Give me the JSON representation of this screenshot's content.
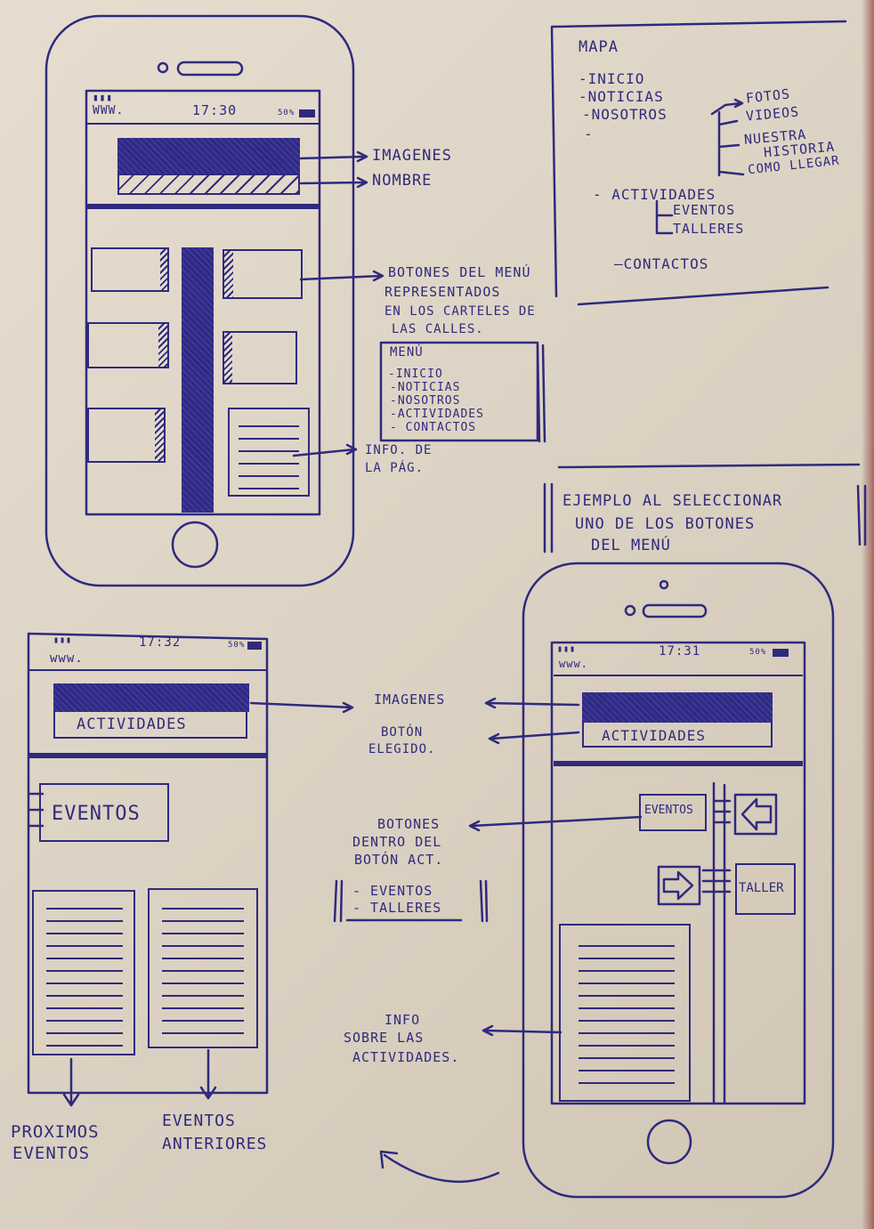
{
  "phone1": {
    "url": "WWW.",
    "time": "17:30",
    "battery": "50%",
    "label_images": "IMAGENES",
    "label_name": "NOMBRE",
    "label_buttons": [
      "BOTONES DEL MENÚ",
      "REPRESENTADOS",
      "EN LOS CARTELES DE",
      "LAS CALLES."
    ],
    "label_info": [
      "INFO. DE",
      "LA PÁG."
    ]
  },
  "menu_box": {
    "title": "MENÚ",
    "items": [
      "-INICIO",
      "-NOTICIAS",
      "-NOSOTROS",
      "-ACTIVIDADES",
      "- CONTACTOS"
    ]
  },
  "mapa": {
    "title": "MAPA",
    "items": [
      "-INICIO",
      "-NOTICIAS",
      "-NOSOTROS",
      "-"
    ],
    "nosotros_sub": [
      "FOTOS",
      "VIDEOS",
      "NUESTRA",
      "HISTORIA",
      "COMO LLEGAR"
    ],
    "actividades": "- ACTIVIDADES",
    "actividades_sub": [
      "EVENTOS",
      "TALLERES"
    ],
    "contactos": "—CONTACTOS"
  },
  "example_heading": [
    "EJEMPLO AL SELECCIONAR",
    "UNO DE LOS BOTONES",
    "DEL MENÚ"
  ],
  "phone3": {
    "url": "www.",
    "time": "17:31",
    "battery": "50%",
    "title_button": "ACTIVIDADES",
    "btn_eventos": "EVENTOS",
    "btn_taller": "TALLER"
  },
  "middle_labels": {
    "imagenes": "IMAGENES",
    "boton_elegido": [
      "BOTÓN",
      "ELEGIDO."
    ],
    "botones_dentro": [
      "BOTONES",
      "DENTRO DEL",
      "BOTÓN ACT."
    ],
    "sub_list": [
      "- EVENTOS",
      "- TALLERES"
    ],
    "info_actividades": [
      "INFO",
      "SOBRE LAS",
      "ACTIVIDADES."
    ]
  },
  "phone2": {
    "url": "www.",
    "time": "17:32",
    "battery": "50%",
    "title_button": "ACTIVIDADES",
    "eventos_button": "EVENTOS",
    "label_proximos": [
      "PROXIMOS",
      "EVENTOS"
    ],
    "label_anteriores": [
      "EVENTOS",
      "ANTERIORES"
    ]
  }
}
